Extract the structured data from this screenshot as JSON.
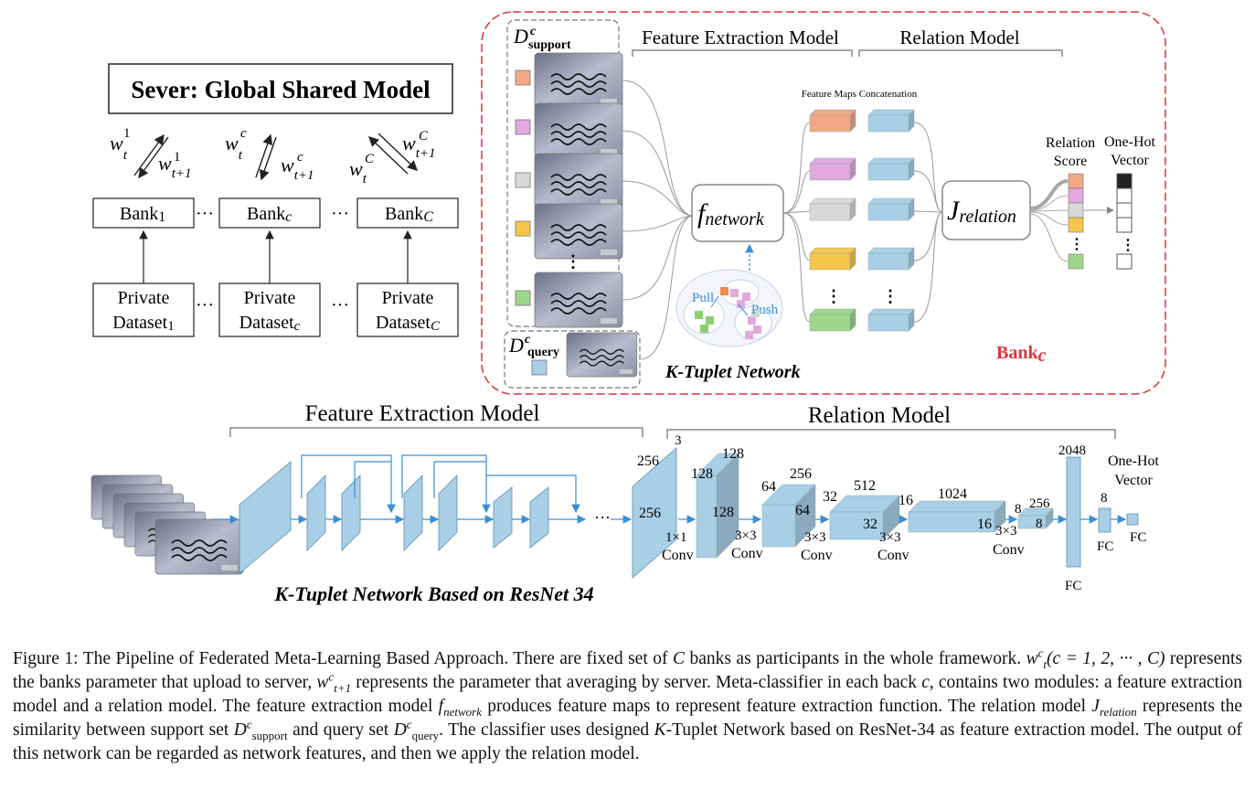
{
  "server": {
    "title": "Sever: Global Shared Model",
    "arrows": [
      {
        "up": "w",
        "up_sup": "1",
        "up_sub": "t",
        "down": "w",
        "down_sup": "1",
        "down_sub": "t+1"
      },
      {
        "up": "w",
        "up_sup": "c",
        "up_sub": "t",
        "down": "w",
        "down_sup": "c",
        "down_sub": "t+1"
      },
      {
        "up": "w",
        "up_sup": "C",
        "up_sub": "t",
        "down": "w",
        "down_sup": "C",
        "down_sub": "t+1"
      }
    ],
    "banks": [
      {
        "name": "Bank",
        "sub": "1"
      },
      {
        "name": "Bank",
        "sub": "c"
      },
      {
        "name": "Bank",
        "sub": "C"
      }
    ],
    "datasets": [
      {
        "line1": "Private",
        "line2": "Dataset",
        "sub": "1"
      },
      {
        "line1": "Private",
        "line2": "Dataset",
        "sub": "c"
      },
      {
        "line1": "Private",
        "line2": "Dataset",
        "sub": "C"
      }
    ],
    "ellipsis": "···"
  },
  "bank_panel": {
    "support_label": "D",
    "support_sup": "c",
    "support_sub": "support",
    "query_label": "D",
    "query_sup": "c",
    "query_sub": "query",
    "feature_extraction": "Feature  Extraction Model",
    "relation_model": "Relation Model",
    "feature_maps": "Feature Maps Concatenation",
    "f_network": "f",
    "f_network_sub": "network",
    "j_relation": "J",
    "j_relation_sub": "relation",
    "relation_score": [
      "Relation",
      "Score"
    ],
    "one_hot": [
      "One-Hot",
      "Vector"
    ],
    "pull": "Pull",
    "push": "Push",
    "ktuplet": "K-Tuplet Network",
    "bank_name": "Bank",
    "bank_sub": "c",
    "swatch_colors": [
      "#f4a784",
      "#e3a8de",
      "#d8d8d8",
      "#f6c64a",
      "#9ed68b",
      "#a9cfe6"
    ],
    "map_colors": [
      "#f4a784",
      "#e3a8de",
      "#d8d8d8",
      "#f6c64a",
      "#9ed68b"
    ],
    "concat_color": "#a9cfe6",
    "accent_color": "#e0313a"
  },
  "resnet": {
    "feature_extraction": "Feature  Extraction Model",
    "relation_model": "Relation Model",
    "title": "K-Tuplet Network Based on ResNet 34",
    "one_hot": [
      "One-Hot",
      "Vector"
    ],
    "labels": [
      "3",
      "256",
      "256",
      "128",
      "128",
      "128",
      "64",
      "256",
      "64",
      "32",
      "512",
      "32",
      "16",
      "1024",
      "16",
      "8",
      "256",
      "8",
      "2048",
      "8"
    ],
    "ops": [
      "1×1",
      "Conv",
      "3×3",
      "Conv",
      "3×3",
      "Conv",
      "3×3",
      "Conv",
      "3×3",
      "Conv",
      "FC",
      "FC",
      "FC"
    ],
    "block_color": "#a9cfe6",
    "arrow_color": "#3a8fd8"
  },
  "caption": {
    "s1": "Figure 1: The Pipeline of Federated Meta-Learning Based Approach. There are fixed set of ",
    "C1": "C",
    "s2": " banks as participants in the whole framework. ",
    "w1": "w",
    "w1_sup": "c",
    "w1_sub": "t",
    "s3": "(c = 1, 2, ··· , C)",
    "s4": " represents the banks parameter that upload to server, ",
    "w2": "w",
    "w2_sup": "c",
    "w2_sub": "t+1",
    "s5": " represents the parameter that averaging by server. Meta-classifier in each back ",
    "c1": "c",
    "s6": ", contains two modules: a feature extraction model and a relation model.  The feature extraction model ",
    "f": "f",
    "f_sub": "network",
    "s7": " produces feature maps to represent feature extraction function. The relation model ",
    "J": "J",
    "J_sub": "relation",
    "s8": " represents the similarity between support set ",
    "D1": "D",
    "D1_sup": "c",
    "D1_sub": "support",
    "s9": " and query set ",
    "D2": "D",
    "D2_sup": "c",
    "D2_sub": "query",
    "s10": ". The classifier uses designed ",
    "K": "K",
    "s11": "-Tuplet Network based on ResNet-34 as feature extraction model. The output of this network can be regarded as network features, and then we apply the relation model."
  }
}
